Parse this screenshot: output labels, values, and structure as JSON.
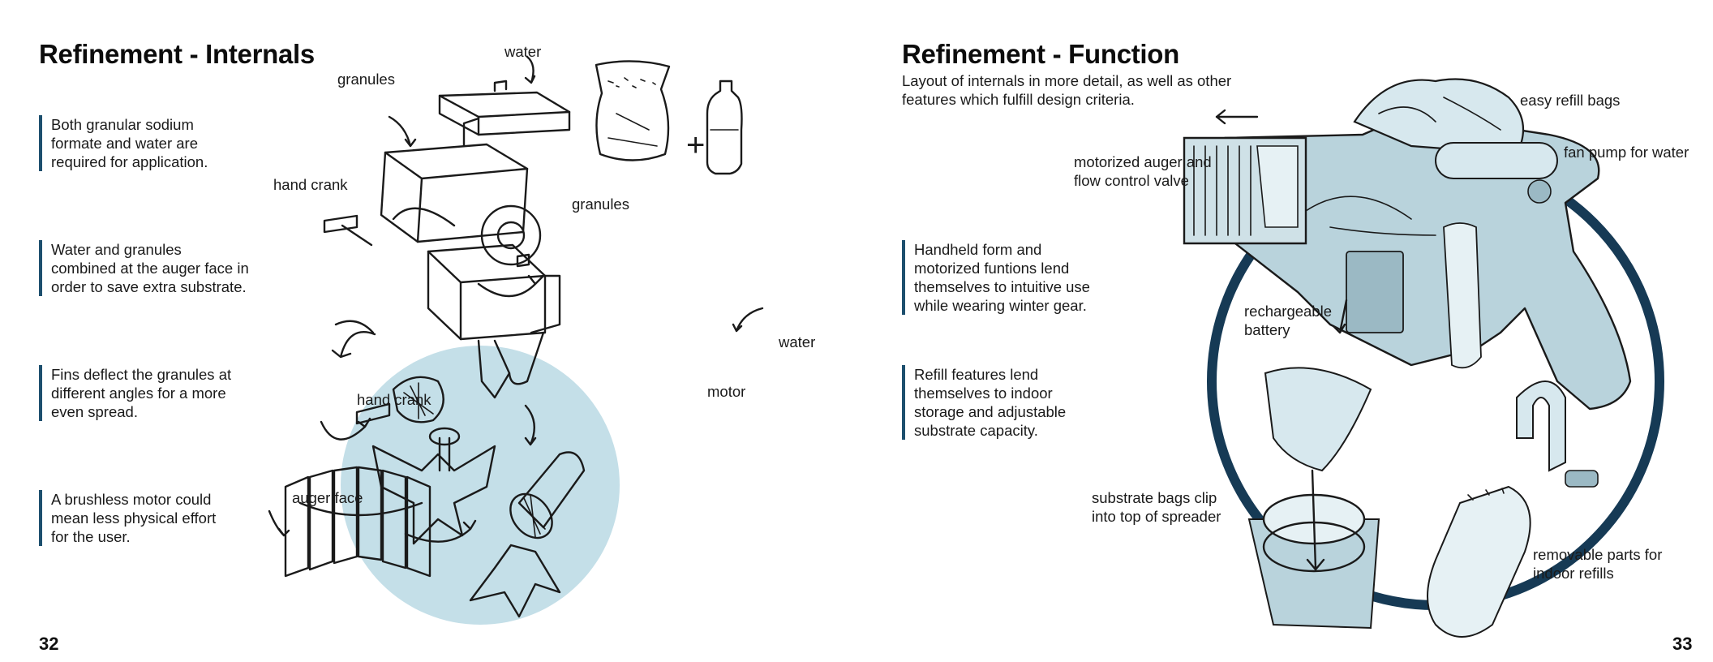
{
  "left_page": {
    "title": "Refinement - Internals",
    "page_number": "32",
    "text_blocks": [
      "Both granular sodium\nformate and water are\nrequired for application.",
      "Water and granules\ncombined at the auger face in\norder to save extra substrate.",
      "Fins deflect the granules at\ndifferent angles for a more\neven spread.",
      "A brushless motor could\nmean less physical effort\nfor the user."
    ],
    "labels": {
      "water_top": "water",
      "granules_top": "granules",
      "hand_crank_top": "hand crank",
      "granules_mid": "granules",
      "water_mid": "water",
      "hand_crank_mid": "hand crank",
      "motor": "motor",
      "auger_face": "auger face"
    },
    "plus_sign": "+"
  },
  "right_page": {
    "title": "Refinement - Function",
    "subtitle": "Layout of internals in more detail, as well as other\nfeatures which fulfill design criteria.",
    "page_number": "33",
    "text_blocks": [
      "Handheld form and\nmotorized funtions lend\nthemselves to intuitive use\nwhile wearing winter gear.",
      "Refill features lend\nthemselves to indoor\nstorage and adjustable\nsubstrate capacity."
    ],
    "labels": {
      "easy_refill_bags": "easy refill bags",
      "fan_pump": "fan pump for water",
      "auger_valve": "motorized auger and\nflow control valve",
      "battery": "rechargeable\nbattery",
      "bag_clip": "substrate bags clip\ninto top of spreader",
      "removable_parts": "removable parts for\nindoor refills"
    }
  },
  "colors": {
    "accent_bar": "#1d4f6e",
    "light_blue_fill": "#c4dfe8",
    "dark_ring": "#163a55",
    "device_blue": "#b9d3dc"
  }
}
